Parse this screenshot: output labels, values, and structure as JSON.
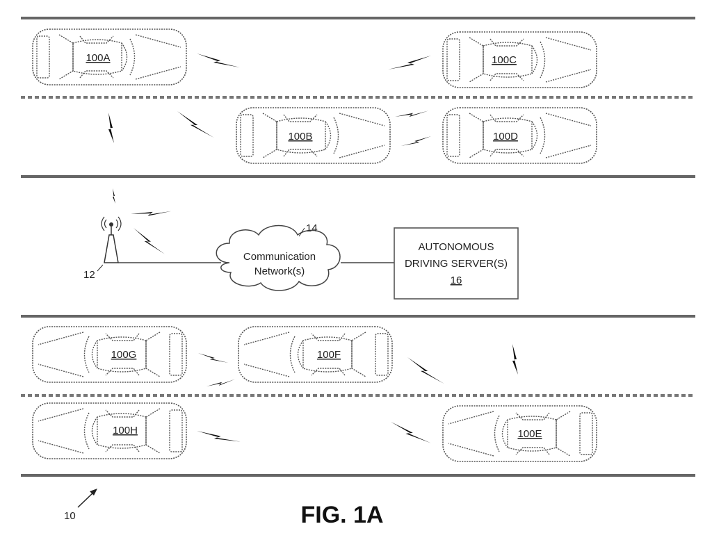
{
  "figure": {
    "title": "FIG. 1A",
    "reference_numeral": "10"
  },
  "vehicles": [
    {
      "id": "100A",
      "label": "100A",
      "facing": "right"
    },
    {
      "id": "100B",
      "label": "100B",
      "facing": "right"
    },
    {
      "id": "100C",
      "label": "100C",
      "facing": "right"
    },
    {
      "id": "100D",
      "label": "100D",
      "facing": "right"
    },
    {
      "id": "100E",
      "label": "100E",
      "facing": "left"
    },
    {
      "id": "100F",
      "label": "100F",
      "facing": "left"
    },
    {
      "id": "100G",
      "label": "100G",
      "facing": "left"
    },
    {
      "id": "100H",
      "label": "100H",
      "facing": "left"
    }
  ],
  "base_station": {
    "reference_numeral": "12"
  },
  "network": {
    "label_line1": "Communication",
    "label_line2": "Network(s)",
    "reference_numeral": "14"
  },
  "server": {
    "line1": "AUTONOMOUS",
    "line2": "DRIVING SERVER(S)",
    "reference_numeral": "16"
  }
}
